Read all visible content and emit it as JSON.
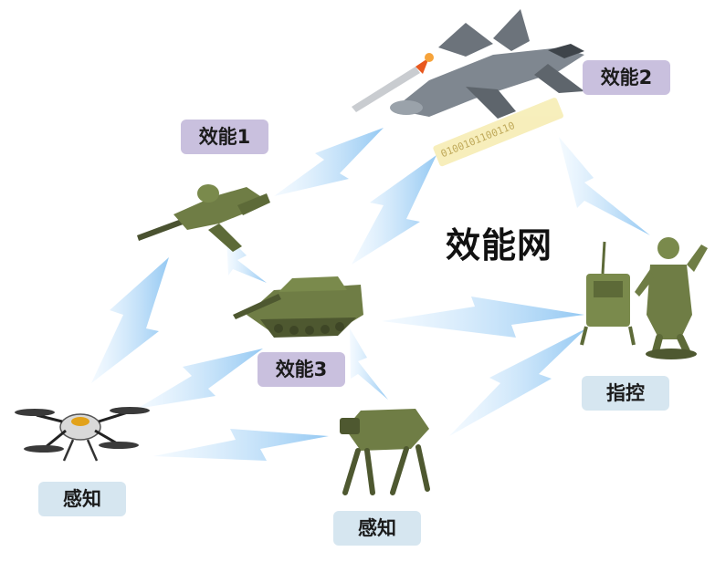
{
  "center_title": "效能网",
  "binary_text": "0100101100110",
  "nodes": {
    "efficiency1": "效能1",
    "efficiency2": "效能2",
    "efficiency3": "效能3",
    "command_control": "指控",
    "sensing_drone": "感知",
    "sensing_robot": "感知"
  },
  "colors": {
    "purple_tag": "#c9c0de",
    "blue_tag": "#d6e6f0",
    "arrow": "#a9d3f5",
    "military_green": "#6f7d45",
    "jet_gray": "#7f8790"
  }
}
